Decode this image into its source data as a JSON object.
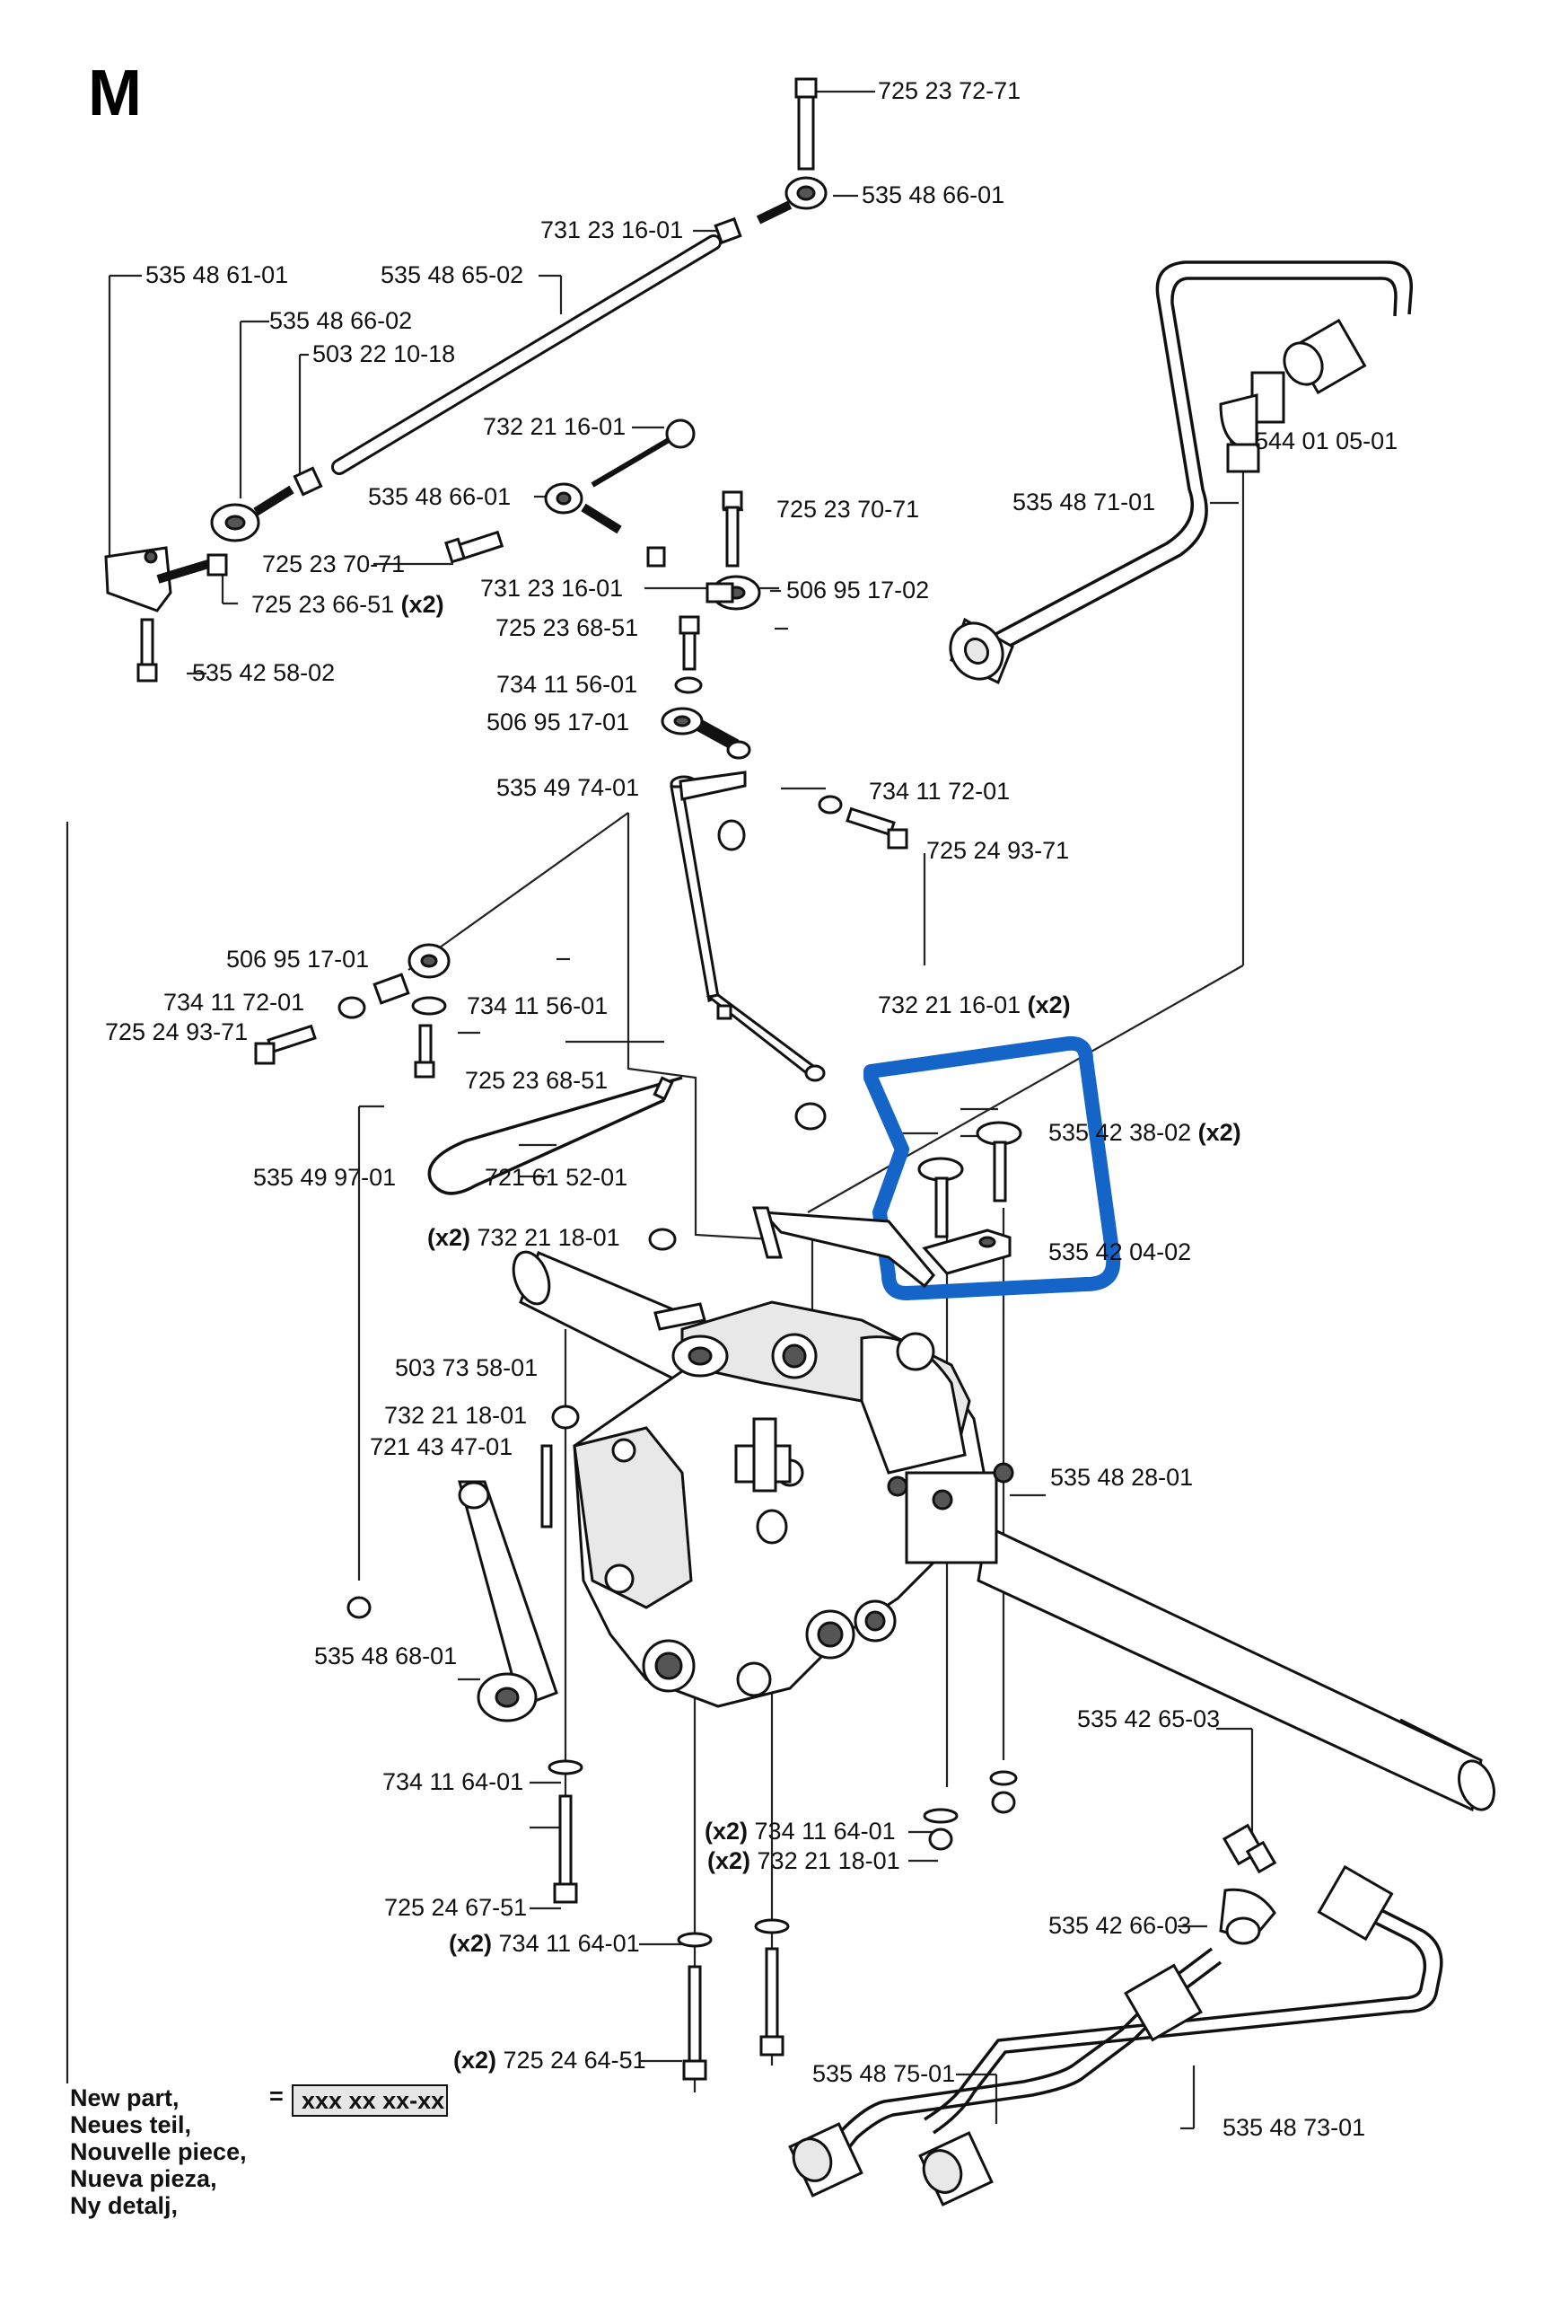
{
  "section_letter": "M",
  "labels": {
    "p01": "725 23 72-71",
    "p02": "535 48 66-01",
    "p03": "731 23 16-01",
    "p04": "535 48 61-01",
    "p05": "535 48 65-02",
    "p06": "535 48 66-02",
    "p07": "503 22 10-18",
    "p08": "732 21 16-01",
    "p09": "535 48 66-01",
    "p10": "725 23 70-71",
    "p11": "725 23 70-71",
    "p12": "725 23 66-51",
    "p13": "731 23 16-01",
    "p14": "506 95 17-02",
    "p15": "725 23 68-51",
    "p16": "535 42 58-02",
    "p17": "734 11 56-01",
    "p18": "506 95 17-01",
    "p19": "535 49 74-01",
    "p20": "734 11 72-01",
    "p21": "725 24 93-71",
    "p22": "544 01 05-01",
    "p23": "535 48 71-01",
    "p24": "506 95 17-01",
    "p25": "734 11 72-01",
    "p26": "734 11 56-01",
    "p27": "725 24 93-71",
    "p28": "725 23 68-51",
    "p29": "732 21 16-01",
    "p30": "535 42 38-02",
    "p31": "535 49 97-01",
    "p32": "721 61 52-01",
    "p33": "535 42 04-02",
    "p34": "732 21 18-01",
    "p35": "503 73 58-01",
    "p36": "732 21 18-01",
    "p37": "721 43 47-01",
    "p38": "535 48 28-01",
    "p39": "535 48 68-01",
    "p40": "535 42 65-03",
    "p41": "734 11 64-01",
    "p42": "734 11 64-01",
    "p43": "732 21 18-01",
    "p44": "725 24 67-51",
    "p45": "535 42 66-03",
    "p46": "734 11 64-01",
    "p47": "725 24 64-51",
    "p48": "535 48 75-01",
    "p49": "535 48 73-01"
  },
  "qty": {
    "x2": "(x2)"
  },
  "legend": {
    "lines": [
      "New part,",
      "Neues teil,",
      "Nouvelle piece,",
      "Nueva pieza,",
      "Ny detalj,"
    ],
    "equals": "=",
    "code": "xxx xx xx-xx"
  },
  "colors": {
    "highlight": "#1565c8",
    "ink": "#111111",
    "legend_box": "#e6e6e6"
  }
}
